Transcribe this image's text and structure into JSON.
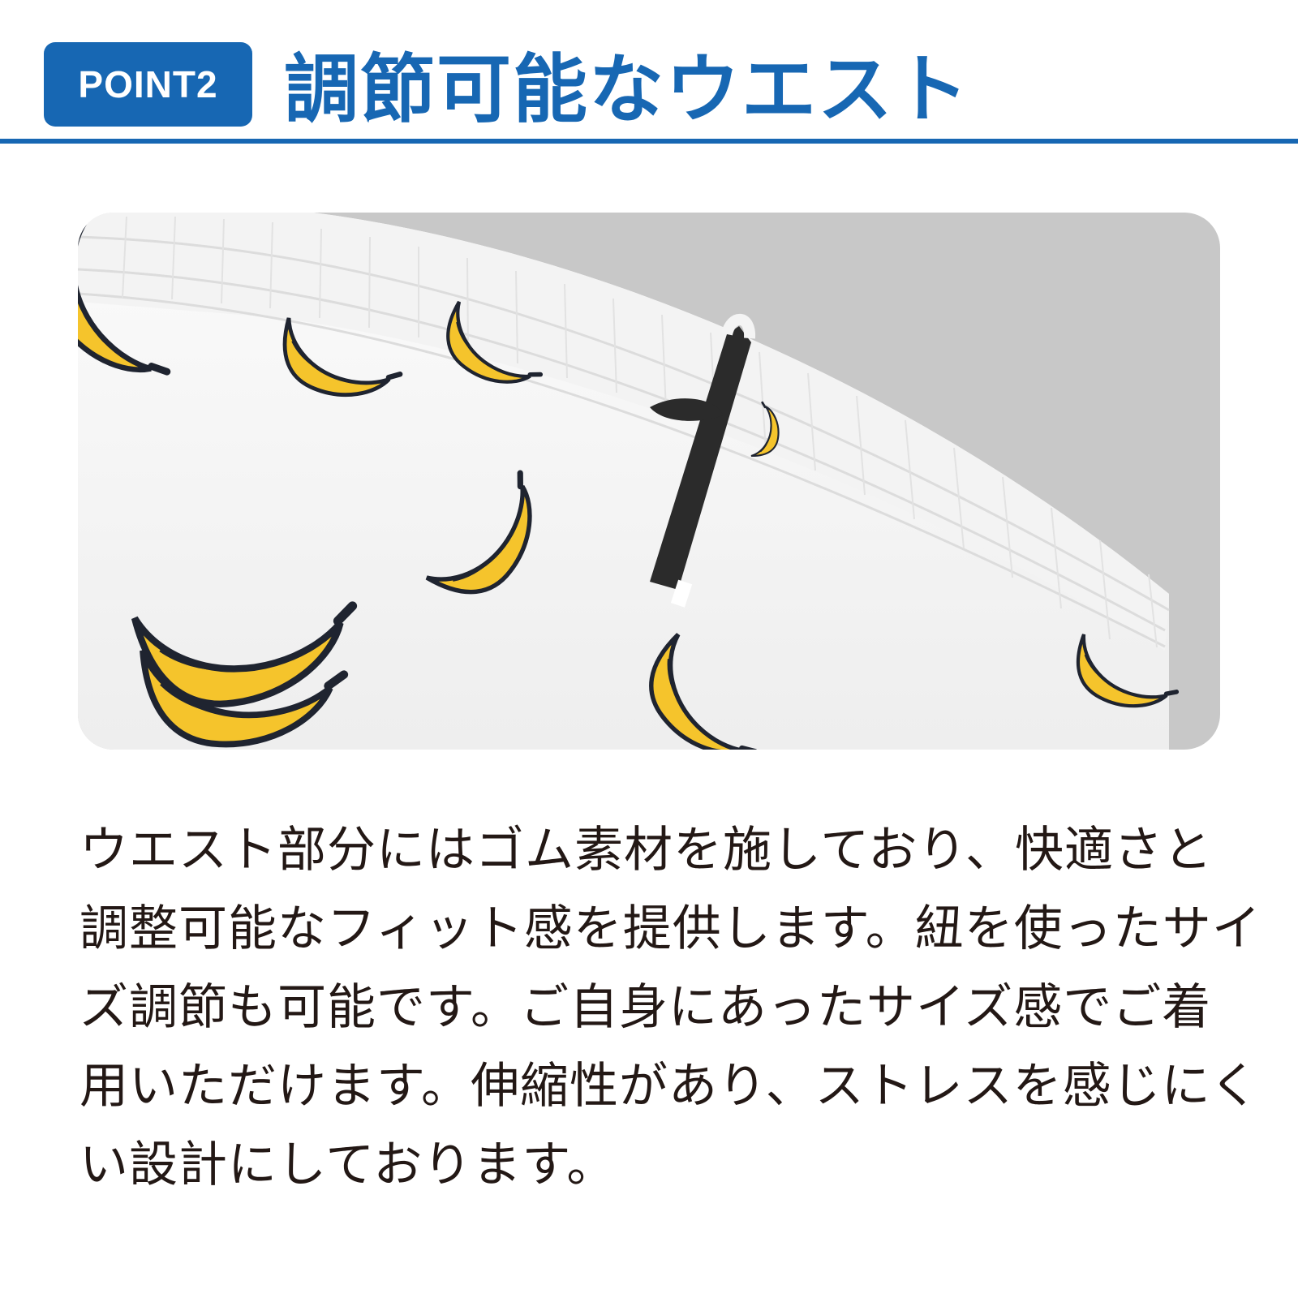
{
  "header": {
    "badge": "POINT2",
    "title": "調節可能なウエスト"
  },
  "photo": {
    "icon": "banana-print-shorts-waistband-photo",
    "colors": {
      "background": "#c8c8c8",
      "fabric": "#f6f6f6",
      "banana": "#f5c42c",
      "outline": "#1f2430",
      "drawstring": "#2b2b2b"
    }
  },
  "description": {
    "lines": [
      "ウエスト部分にはゴム素材を施しており、快適さと",
      "調整可能なフィット感を提供します。紐を使ったサイ",
      "ズ調節も可能です。ご自身にあったサイズ感でご着",
      "用いただけます。伸縮性があり、ストレスを感じにく",
      "い設計にしております。"
    ]
  },
  "colors": {
    "accent": "#1767b3",
    "text": "#231815"
  }
}
